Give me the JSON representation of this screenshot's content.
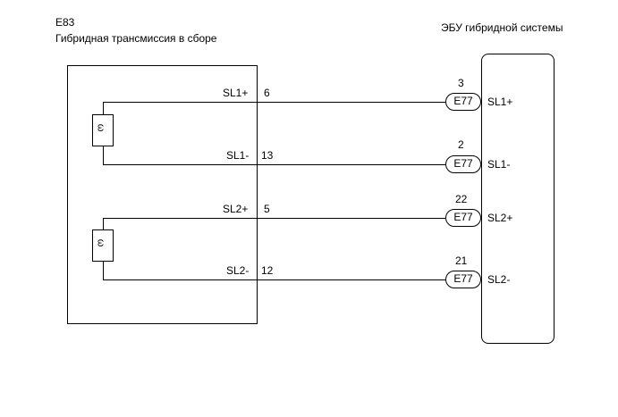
{
  "left_component": {
    "code": "E83",
    "name": "Гибридная трансмиссия в сборе"
  },
  "right_component": {
    "name": "ЭБУ гибридной системы"
  },
  "connector_code": "E77",
  "circuits": [
    {
      "left_signal": "SL1+",
      "left_pin": "6",
      "ecu_pin": "3",
      "ecu_signal": "SL1+"
    },
    {
      "left_signal": "SL1-",
      "left_pin": "13",
      "ecu_pin": "2",
      "ecu_signal": "SL1-"
    },
    {
      "left_signal": "SL2+",
      "left_pin": "5",
      "ecu_pin": "22",
      "ecu_signal": "SL2+"
    },
    {
      "left_signal": "SL2-",
      "left_pin": "12",
      "ecu_pin": "21",
      "ecu_signal": "SL2-"
    }
  ],
  "icons": {
    "coil": "solenoid-coil-icon"
  }
}
